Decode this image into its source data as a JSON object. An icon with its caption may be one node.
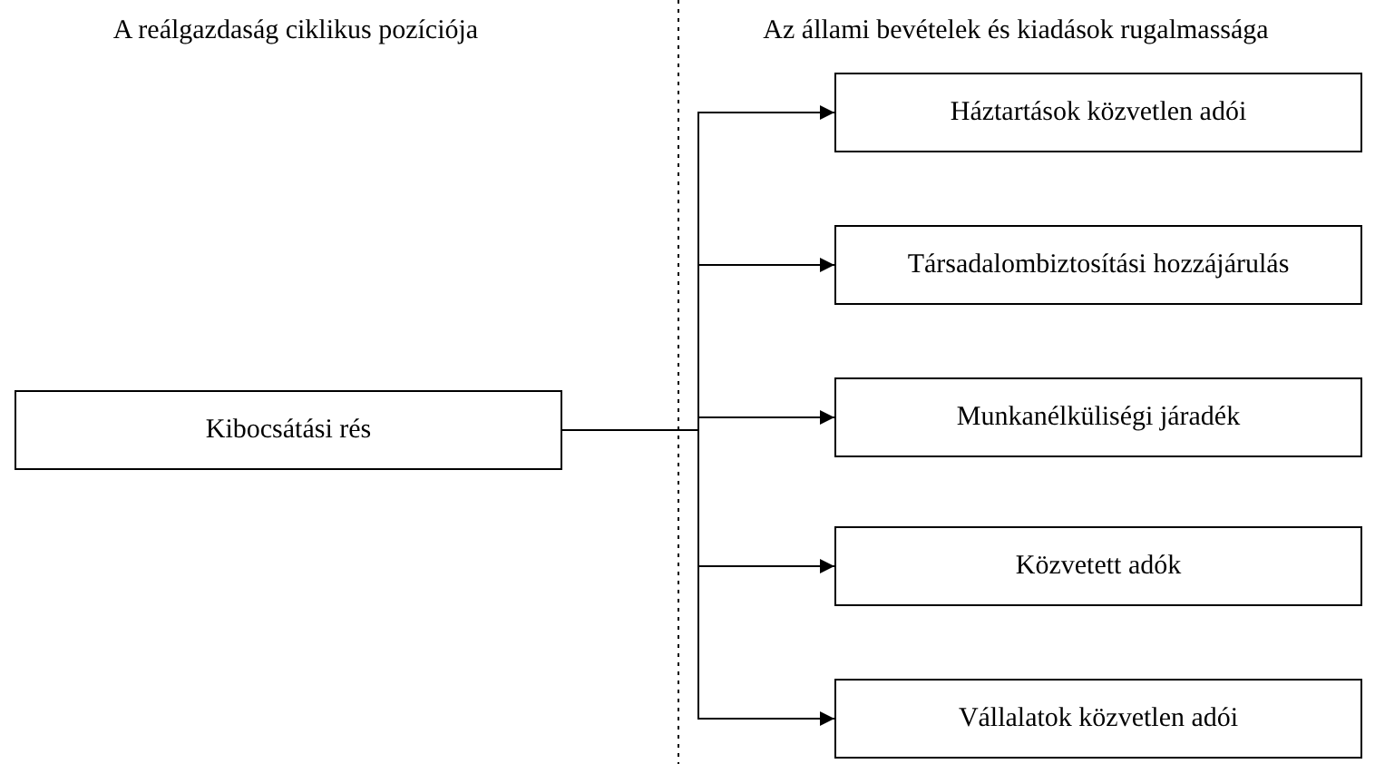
{
  "diagram": {
    "nodes": [
      {
        "text": [
          "Kibocsátási rés"
        ]
      },
      {
        "text": [
          "Háztartások közvetlen adói"
        ]
      },
      {
        "text": [
          "Társadalombiztosítási hozzájárulás"
        ]
      },
      {
        "text": [
          "Munkanélküliségi járadék"
        ]
      },
      {
        "text": [
          "Közvetett adók"
        ]
      },
      {
        "text": [
          "Vállalatok közvetlen adói"
        ]
      }
    ],
    "edges": [
      {
        "from": 0,
        "to": 1,
        "arrow": "to"
      },
      {
        "from": 0,
        "to": 2,
        "arrow": "to"
      },
      {
        "from": 0,
        "to": 3,
        "arrow": "to"
      },
      {
        "from": 0,
        "to": 4,
        "arrow": "to"
      },
      {
        "from": 0,
        "to": 5,
        "arrow": "to"
      }
    ],
    "labels": [
      "A reálgazdaság ciklikus pozíciója",
      "Az állami bevételek és kiadások rugalmassága"
    ]
  }
}
